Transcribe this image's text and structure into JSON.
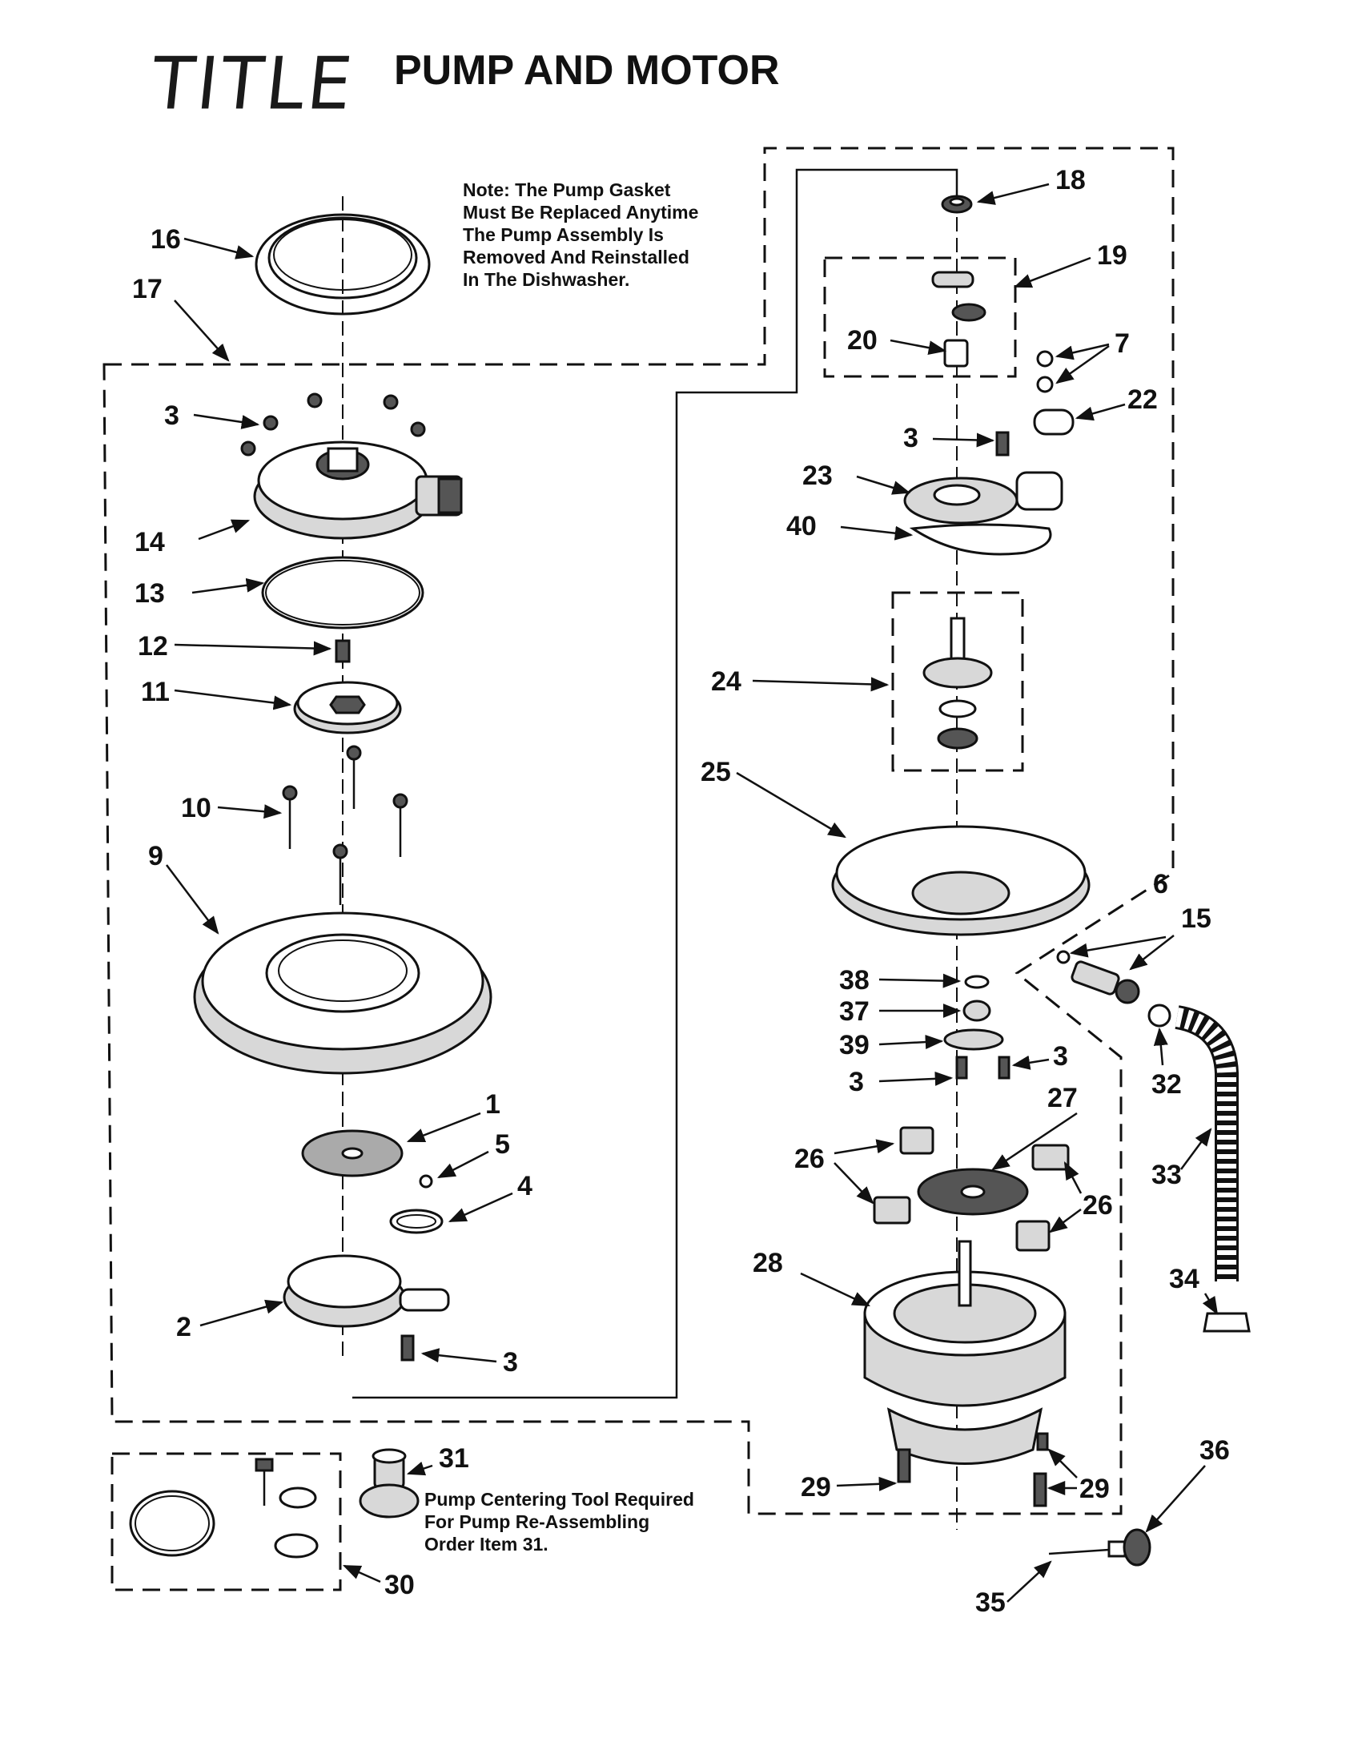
{
  "header": {
    "handwritten_label": "TITLE",
    "title": "PUMP AND MOTOR"
  },
  "notes": {
    "gasket_note": "Note: The Pump Gasket\nMust Be Replaced Anytime\nThe Pump Assembly Is\nRemoved And Reinstalled\nIn The Dishwasher.",
    "centering_note": "Pump Centering Tool Required\nFor Pump Re-Assembling\nOrder Item 31."
  },
  "callouts": [
    "1",
    "2",
    "3",
    "4",
    "5",
    "6",
    "7",
    "9",
    "10",
    "11",
    "12",
    "13",
    "14",
    "15",
    "16",
    "17",
    "18",
    "19",
    "20",
    "22",
    "23",
    "24",
    "25",
    "26",
    "27",
    "28",
    "29",
    "30",
    "31",
    "32",
    "33",
    "34",
    "35",
    "36",
    "37",
    "38",
    "39",
    "40"
  ],
  "labels": {
    "c16": "16",
    "c17": "17",
    "c3a": "3",
    "c14": "14",
    "c13": "13",
    "c12": "12",
    "c11": "11",
    "c10": "10",
    "c9": "9",
    "c1": "1",
    "c5": "5",
    "c4": "4",
    "c2": "2",
    "c3b": "3",
    "c31": "31",
    "c30": "30",
    "c18": "18",
    "c19": "19",
    "c20": "20",
    "c7": "7",
    "c22": "22",
    "c3c": "3",
    "c23": "23",
    "c40": "40",
    "c24": "24",
    "c25": "25",
    "c6": "6",
    "c15": "15",
    "c38": "38",
    "c37": "37",
    "c39": "39",
    "c3d": "3",
    "c3e": "3",
    "c27": "27",
    "c26a": "26",
    "c26b": "26",
    "c28": "28",
    "c32": "32",
    "c33": "33",
    "c34": "34",
    "c29a": "29",
    "c29b": "29",
    "c36": "36",
    "c35": "35"
  }
}
